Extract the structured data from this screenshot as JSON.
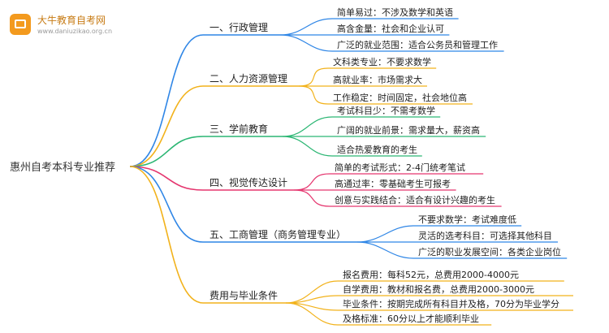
{
  "logo": {
    "name": "大牛教育自考网",
    "url": "www.daniuzikao.org.cn"
  },
  "root": {
    "label": "惠州自考本科专业推荐",
    "color": "#333333"
  },
  "branches": [
    {
      "label": "一、行政管理",
      "color": "#2f86e6",
      "leaves": [
        "简单易过：不涉及数学和英语",
        "高含金量：社会和企业认可",
        "广泛的就业范围：适合公务员和管理工作"
      ]
    },
    {
      "label": "二、人力资源管理",
      "color": "#f2b21b",
      "leaves": [
        "文科类专业：不要求数学",
        "高就业率：市场需求大",
        "工作稳定：时间固定，社会地位高"
      ]
    },
    {
      "label": "三、学前教育",
      "color": "#2bb673",
      "leaves": [
        "考试科目少：不需考数学",
        "广阔的就业前景：需求量大，薪资高",
        "适合热爱教育的考生"
      ]
    },
    {
      "label": "四、视觉传达设计",
      "color": "#e5366f",
      "leaves": [
        "简单的考试形式：2-4门统考笔试",
        "高通过率：零基础考生可报考",
        "创意与实践结合：适合有设计兴趣的考生"
      ]
    },
    {
      "label": "五、工商管理（商务管理专业）",
      "color": "#2f86e6",
      "leaves": [
        "不要求数学：考试难度低",
        "灵活的选考科目：可选择其他科目",
        "广泛的职业发展空间：各类企业岗位"
      ]
    },
    {
      "label": "费用与毕业条件",
      "color": "#f2b21b",
      "leaves": [
        "报名费用：每科52元，总费用2000-4000元",
        "自学费用：教材和报名费，总费用2000-3000元",
        "毕业条件：按期完成所有科目并及格，70分为毕业学分",
        "及格标准：60分以上才能顺利毕业"
      ]
    }
  ]
}
